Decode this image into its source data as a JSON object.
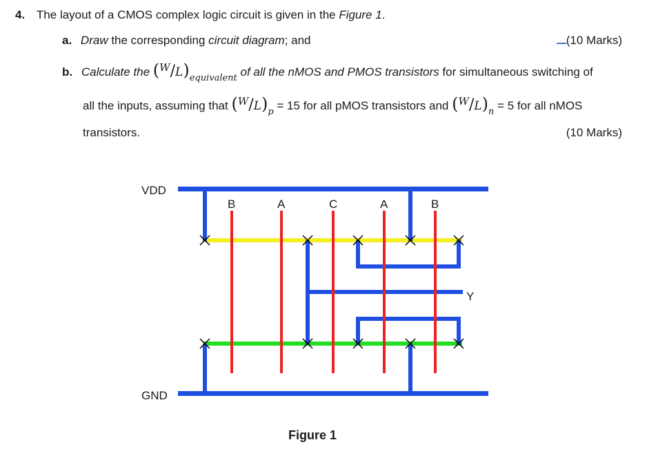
{
  "question": {
    "number": "4.",
    "stem_prefix": "The layout of a CMOS complex logic circuit is given in the ",
    "stem_figure": "Figure 1",
    "stem_suffix": "."
  },
  "part_a": {
    "label": "a.",
    "text_italic": "Draw",
    "text_1": " the corresponding ",
    "text_italic_2": "circuit diagram",
    "text_2": "; and",
    "marks": "(10 Marks)"
  },
  "part_b": {
    "label": "b.",
    "text_1": "Calculate the ",
    "ratio_W": "W",
    "ratio_L": "L",
    "sub_equivalent": "equivalent",
    "text_2": " of all the nMOS and PMOS transistors",
    "text_3": " for simultaneous switching of",
    "line2_1": "all the inputs, assuming that ",
    "sub_p": "p",
    "line2_2": " = 15 for all pMOS transistors and ",
    "sub_n": "n",
    "line2_3": " = 5 for all nMOS",
    "line3": "transistors.",
    "marks": "(10 Marks)"
  },
  "figure": {
    "caption": "Figure 1",
    "vdd_label": "VDD",
    "gnd_label": "GND",
    "output_label": "Y",
    "gate_labels": [
      "B",
      "A",
      "C",
      "A",
      "B"
    ],
    "colors": {
      "metal": "#1f4fe0",
      "poly": "#ee2222",
      "pdiff": "#f5ee20",
      "ndiff": "#22dd22",
      "contact": "#000000"
    }
  }
}
